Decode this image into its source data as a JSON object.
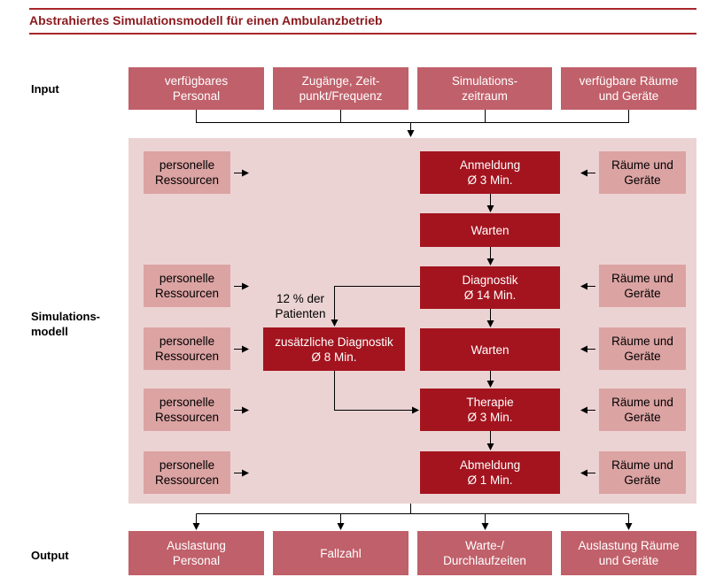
{
  "title": "Abstrahiertes Simulationsmodell für einen Ambulanzbetrieb",
  "labels": {
    "input": "Input",
    "simulation": "Simulations-\nmodell",
    "output": "Output"
  },
  "inputs": [
    "verfügbares\nPersonal",
    "Zugänge, Zeit-\npunkt/Frequenz",
    "Simulations-\nzeitraum",
    "verfügbare Räume\nund Geräte"
  ],
  "personnel_label": "personelle\nRessourcen",
  "rooms_label": "Räume und\nGeräte",
  "process": {
    "anmeldung": "Anmeldung\nØ 3 Min.",
    "warten1": "Warten",
    "diagnostik": "Diagnostik\nØ 14 Min.",
    "warten2": "Warten",
    "therapie": "Therapie\nØ 3 Min.",
    "abmeldung": "Abmeldung\nØ 1 Min."
  },
  "extra_diagnostics": "zusätzliche Diagnostik\nØ 8 Min.",
  "patient_share": "12 % der\nPatienten",
  "outputs": [
    "Auslastung\nPersonal",
    "Fallzahl",
    "Warte-/\nDurchlaufzeiten",
    "Auslastung Räume\nund Geräte"
  ],
  "colors": {
    "title": "#8b1a1f",
    "io_box": "#c0606a",
    "resource_box": "#dca3a3",
    "process_box": "#a3141e",
    "sim_background": "#ecd3d3"
  }
}
